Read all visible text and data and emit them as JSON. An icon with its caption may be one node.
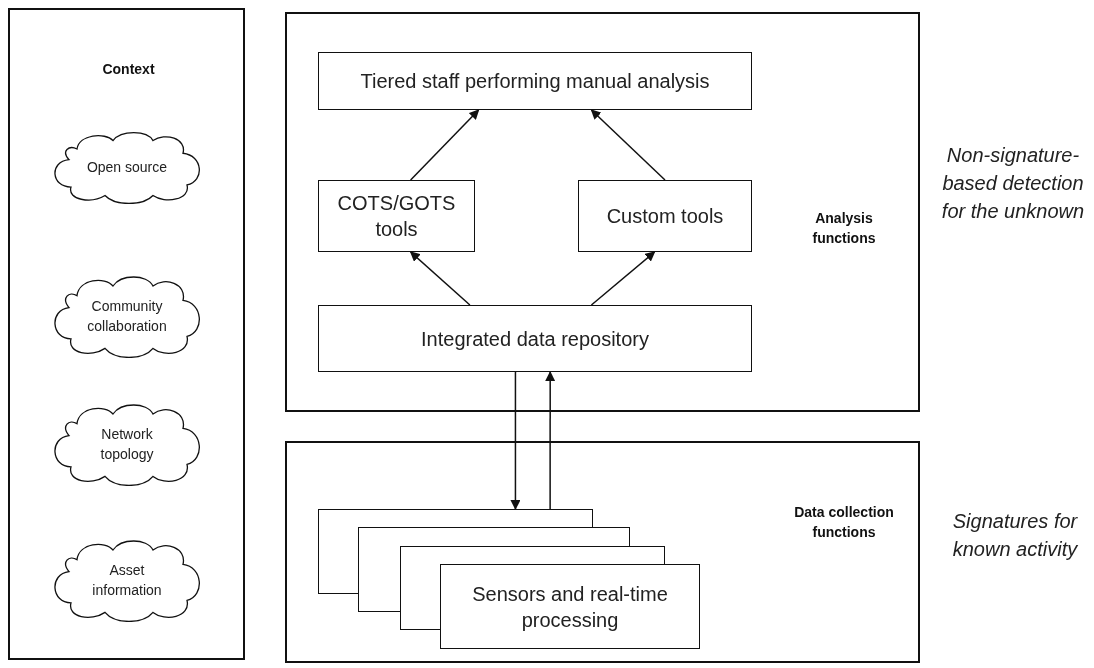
{
  "diagram": {
    "nodes": [
      {
        "text": [
          "Context"
        ]
      },
      {
        "text": [
          "Open source"
        ],
        "in": 0
      },
      {
        "text": [
          "Community collaboration"
        ],
        "in": 0
      },
      {
        "text": [
          "Network topology"
        ],
        "in": 0
      },
      {
        "text": [
          "Asset information"
        ],
        "in": 0
      },
      {
        "text": [
          "Analysis functions"
        ]
      },
      {
        "text": [
          "Tiered staff performing manual analysis"
        ],
        "in": 5
      },
      {
        "text": [
          "COTS/GOTS tools"
        ],
        "in": 5
      },
      {
        "text": [
          "Custom tools"
        ],
        "in": 5
      },
      {
        "text": [
          "Integrated data repository"
        ],
        "in": 5
      },
      {
        "text": [
          "Data collection functions"
        ]
      },
      {
        "text": [],
        "shape": "box",
        "in": 10
      },
      {
        "text": [],
        "shape": "box",
        "in": 10
      },
      {
        "text": [],
        "shape": "box",
        "in": 10
      },
      {
        "text": [
          "Sensors and real-time processing"
        ],
        "in": 10
      }
    ],
    "edges": [
      {
        "from": 9,
        "to": 7,
        "arrow": "to"
      },
      {
        "from": 9,
        "to": 8,
        "arrow": "to"
      },
      {
        "from": 7,
        "to": 6,
        "arrow": "to"
      },
      {
        "from": 8,
        "to": 6,
        "arrow": "to"
      },
      {
        "from": 9,
        "to": 11,
        "arrow": "to"
      },
      {
        "from": 11,
        "to": 9,
        "arrow": "to"
      }
    ],
    "labels": [
      "Non-signature-based detection for the unknown",
      "Signatures for known activity"
    ]
  }
}
